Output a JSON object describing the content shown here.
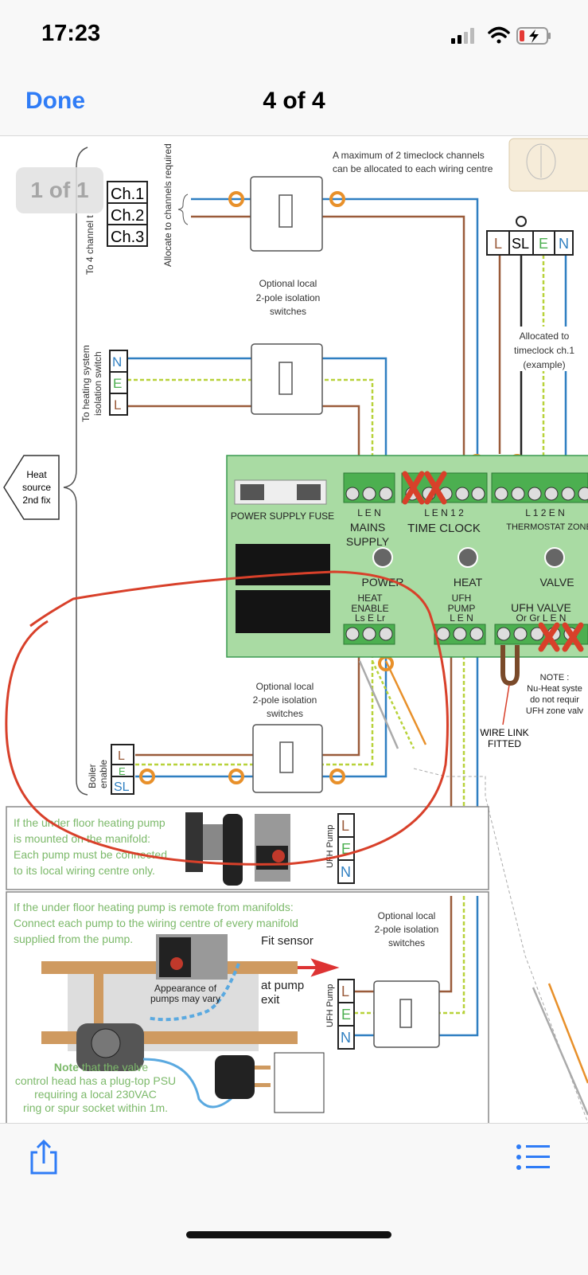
{
  "status_bar": {
    "time": "17:23"
  },
  "nav": {
    "done_label": "Done",
    "title": "4 of 4"
  },
  "overlay_badge": "1 of 1",
  "diagram": {
    "top_note": [
      "A maximum of 2 timeclock channels",
      "can be allocated to each wiring centre"
    ],
    "channel_label": "To 4 channel t",
    "allocate_label": "Allocate to channels required",
    "channels": [
      "Ch.1",
      "Ch.2",
      "Ch.3"
    ],
    "heat_source": [
      "Heat",
      "source",
      "2nd fix"
    ],
    "isolation_note": [
      "Optional local",
      "2-pole isolation",
      "switches"
    ],
    "heating_switch_label": [
      "To heating system",
      "isolation switch"
    ],
    "nel": [
      "N",
      "E",
      "L"
    ],
    "thermostat_terminals": [
      "L",
      "SL",
      "E",
      "N"
    ],
    "allocated_note": [
      "Allocated to",
      "timeclock ch.1",
      "(example)"
    ],
    "board": {
      "fuse_label": "POWER SUPPLY FUSE",
      "mains_terms": "L  E  N",
      "mains_label": [
        "MAINS",
        "SUPPLY"
      ],
      "timeclock_terms": "L  E  N  1  2",
      "timeclock_label": "TIME CLOCK",
      "thermo_terms": "L  1  2   E  N",
      "thermo_label": "THERMOSTAT ZONE",
      "leds": [
        "POWER",
        "HEAT",
        "VALVE"
      ],
      "heat_enable": [
        "HEAT",
        "ENABLE",
        "Ls  E  Lr"
      ],
      "ufh_pump": [
        "UFH",
        "PUMP",
        "L  E  N"
      ],
      "ufh_valve": [
        "UFH VALVE",
        "Or  Gr  L  E  N"
      ]
    },
    "nuheat_note": [
      "NOTE :",
      "Nu-Heat syste",
      "do not requir",
      "UFH zone valv"
    ],
    "wire_link": [
      "WIRE LINK",
      "FITTED"
    ],
    "boiler_label": [
      "Boiler",
      "enable"
    ],
    "boiler_terms": [
      "L",
      "E",
      "SL"
    ],
    "panel1_text": [
      "If the under floor heating pump",
      "is mounted on the manifold:",
      "Each pump must be connected",
      "to its local wiring centre only."
    ],
    "ufh_pump_label": "UFH Pump",
    "len": [
      "L",
      "E",
      "N"
    ],
    "panel2_text": [
      "If the under floor heating pump is remote from manifolds:",
      "Connect each pump to the wiring centre of every manifold",
      "supplied from the pump."
    ],
    "fit_sensor": [
      "Fit sensor",
      "at pump",
      "exit"
    ],
    "appearance": [
      "Appearance of",
      "pumps may vary"
    ],
    "valve_note": [
      "Note",
      " that the valve",
      "control head has a plug-top PSU",
      "requiring a local 230VAC",
      "ring or spur socket within 1m."
    ]
  },
  "toolbar": {
    "share_icon": "share-icon",
    "list_icon": "list-icon"
  },
  "colors": {
    "accent": "#2f7cf6",
    "live": "#9a5b3a",
    "neutral": "#2f7fc1",
    "earth": "#4caf50",
    "board": "#a9dba3",
    "annotation": "#d8402a",
    "ring": "#e8902a",
    "note_green": "#7cb96a"
  }
}
